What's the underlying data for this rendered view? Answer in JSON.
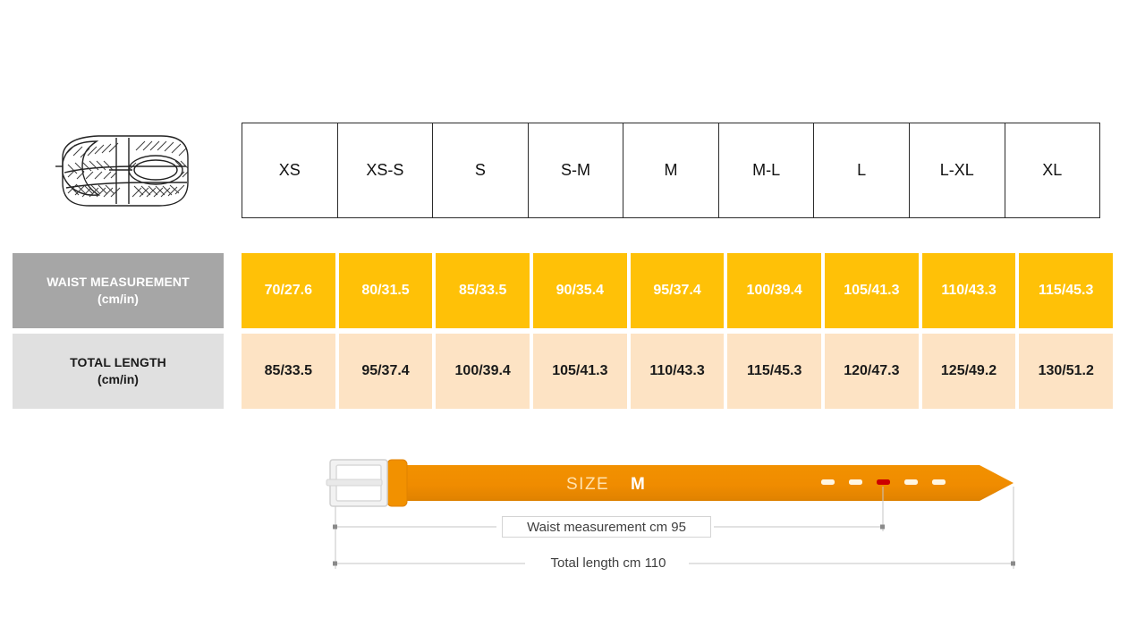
{
  "product_icon": {
    "name": "woven-belt-illustration"
  },
  "chart_data": {
    "type": "table",
    "title": "Belt size chart",
    "row_header_label": "",
    "categories": [
      "XS",
      "XS-S",
      "S",
      "S-M",
      "M",
      "M-L",
      "L",
      "L-XL",
      "XL"
    ],
    "series": [
      {
        "name": "WAIST MEASUREMENT (cm/in)",
        "values": [
          "70/27.6",
          "80/31.5",
          "85/33.5",
          "90/35.4",
          "95/37.4",
          "100/39.4",
          "105/41.3",
          "110/43.3",
          "115/45.3"
        ],
        "cm": [
          70,
          80,
          85,
          90,
          95,
          100,
          105,
          110,
          115
        ],
        "inches": [
          27.6,
          31.5,
          33.5,
          35.4,
          37.4,
          39.4,
          41.3,
          43.3,
          45.3
        ]
      },
      {
        "name": "TOTAL LENGTH (cm/in)",
        "values": [
          "85/33.5",
          "95/37.4",
          "100/39.4",
          "105/41.3",
          "110/43.3",
          "115/45.3",
          "120/47.3",
          "125/49.2",
          "130/51.2"
        ],
        "cm": [
          85,
          95,
          100,
          105,
          110,
          115,
          120,
          125,
          130
        ],
        "inches": [
          33.5,
          37.4,
          39.4,
          41.3,
          43.3,
          45.3,
          47.3,
          49.2,
          51.2
        ]
      }
    ],
    "grid": true,
    "legend": "none"
  },
  "table": {
    "sizes": [
      "XS",
      "XS-S",
      "S",
      "S-M",
      "M",
      "M-L",
      "L",
      "L-XL",
      "XL"
    ],
    "rows": [
      {
        "label_line1": "WAIST MEASUREMENT",
        "label_line2": "(cm/in)",
        "values": [
          "70/27.6",
          "80/31.5",
          "85/33.5",
          "90/35.4",
          "95/37.4",
          "100/39.4",
          "105/41.3",
          "110/43.3",
          "115/45.3"
        ]
      },
      {
        "label_line1": "TOTAL LENGTH",
        "label_line2": "(cm/in)",
        "values": [
          "85/33.5",
          "95/37.4",
          "100/39.4",
          "105/41.3",
          "110/43.3",
          "115/45.3",
          "120/47.3",
          "125/49.2",
          "130/51.2"
        ]
      }
    ]
  },
  "diagram": {
    "size_prefix": "SIZE",
    "size_value": "M",
    "waist_dimension_label": "Waist measurement cm 95",
    "total_dimension_label": "Total length cm 110",
    "holes_count": 5,
    "active_hole_index": 2
  },
  "colors": {
    "waist_row_bg": "#FFC107",
    "waist_label_bg": "#A6A6A6",
    "length_row_bg": "#FDE3C4",
    "length_label_bg": "#E0E0E0",
    "belt_orange": "#F08C00",
    "active_hole": "#CC0000",
    "table_border": "#2B2B2B",
    "dimension_line": "#BFBFBF"
  }
}
